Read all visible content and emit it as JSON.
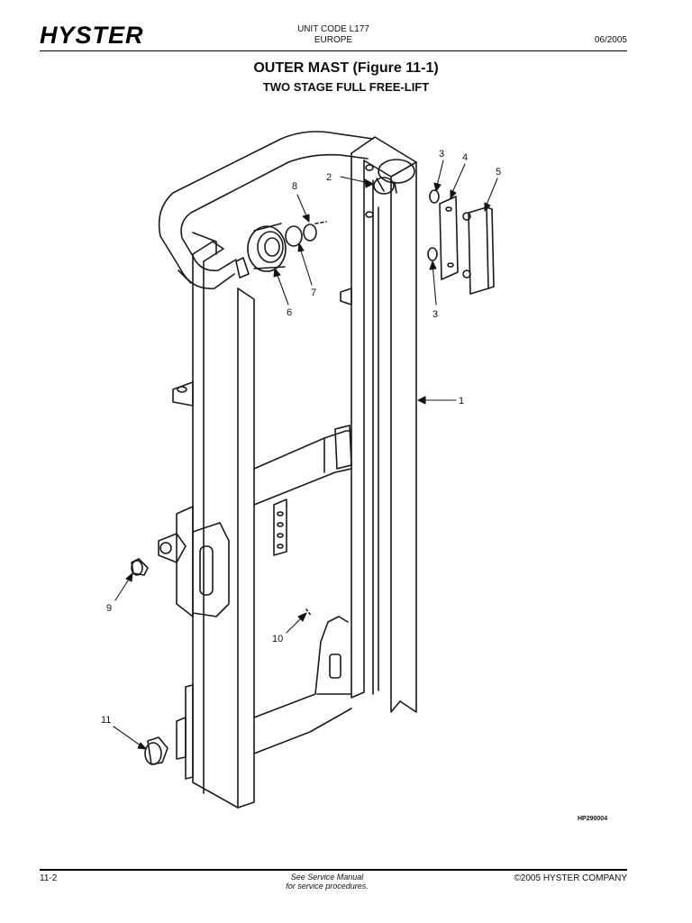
{
  "header": {
    "logo_text": "HYSTER",
    "unit_code": "UNIT CODE L177",
    "region": "EUROPE",
    "date": "06/2005"
  },
  "title": "OUTER MAST (Figure 11-1)",
  "subtitle": "TWO STAGE FULL FREE-LIFT",
  "figure": {
    "callouts": {
      "c1": "1",
      "c2": "2",
      "c3a": "3",
      "c3b": "3",
      "c4": "4",
      "c5": "5",
      "c6": "6",
      "c7": "7",
      "c8": "8",
      "c9": "9",
      "c10": "10",
      "c11": "11"
    },
    "figure_code": "HP290004"
  },
  "footer": {
    "page_number": "11-2",
    "note_line1": "See Service Manual",
    "note_line2": "for service procedures.",
    "copyright": "©2005 HYSTER COMPANY"
  }
}
